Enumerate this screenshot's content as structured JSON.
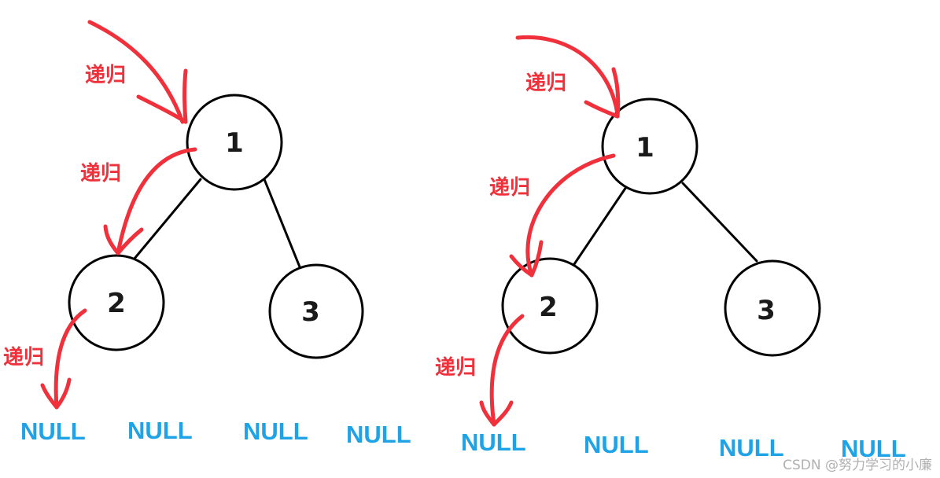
{
  "diagrams": [
    {
      "id": "left",
      "nodes": [
        "1",
        "2",
        "3"
      ],
      "null_labels": [
        "NULL",
        "NULL",
        "NULL",
        "NULL"
      ],
      "recursion_labels": [
        "递归",
        "递归",
        "递归"
      ]
    },
    {
      "id": "right",
      "nodes": [
        "1",
        "2",
        "3"
      ],
      "null_labels": [
        "NULL",
        "NULL",
        "NULL",
        "NULL"
      ],
      "recursion_labels": [
        "递归",
        "递归",
        "递归"
      ]
    }
  ],
  "colors": {
    "arrow": "#f0303a",
    "null_text": "#1fa3e6",
    "node_stroke": "#000000"
  },
  "watermark": "CSDN @努力学习的小廉"
}
